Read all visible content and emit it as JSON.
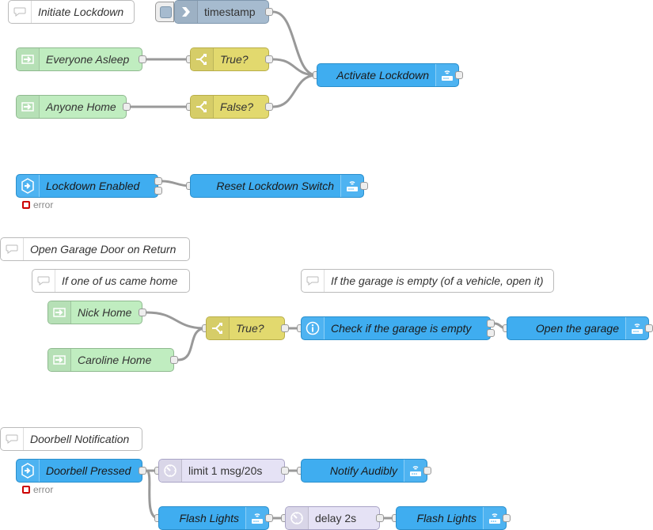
{
  "comments": {
    "initiate_lockdown": "Initiate Lockdown",
    "open_garage": "Open Garage Door on Return",
    "if_one_came_home": "If one of us came home",
    "if_garage_empty": "If the garage is empty (of a vehicle, open it)",
    "doorbell_notification": "Doorbell Notification"
  },
  "nodes": {
    "timestamp": "timestamp",
    "everyone_asleep": "Everyone Asleep",
    "true_1": "True?",
    "anyone_home": "Anyone Home",
    "false_1": "False?",
    "activate_lockdown": "Activate Lockdown",
    "lockdown_enabled": "Lockdown Enabled",
    "reset_lockdown_switch": "Reset Lockdown Switch",
    "nick_home": "Nick Home",
    "caroline_home": "Caroline Home",
    "true_2": "True?",
    "check_garage": "Check if the garage is empty",
    "open_garage": "Open the garage",
    "doorbell_pressed": "Doorbell Pressed",
    "limit": "limit 1 msg/20s",
    "notify_audibly": "Notify Audibly",
    "flash_lights_1": "Flash Lights",
    "delay": "delay 2s",
    "flash_lights_2": "Flash Lights"
  },
  "statuses": {
    "lockdown_enabled": "error",
    "doorbell_pressed": "error"
  },
  "colors": {
    "ha_blue": "#3fadf0",
    "switch_yellow": "#e2d96e",
    "state_green": "#c0edc0",
    "function_lavender": "#e5e2f5",
    "inject_gray": "#a6bbcf",
    "wire": "#999999",
    "error_red": "#cc0000"
  },
  "icons": {
    "comment": "speech-bubble-icon",
    "inject": "arrow-right-icon",
    "state": "arrow-into-box-icon",
    "switch": "switch-fork-icon",
    "service": "router-icon",
    "event": "hexagon-arrow-icon",
    "info": "info-icon",
    "timer": "timer-icon"
  }
}
